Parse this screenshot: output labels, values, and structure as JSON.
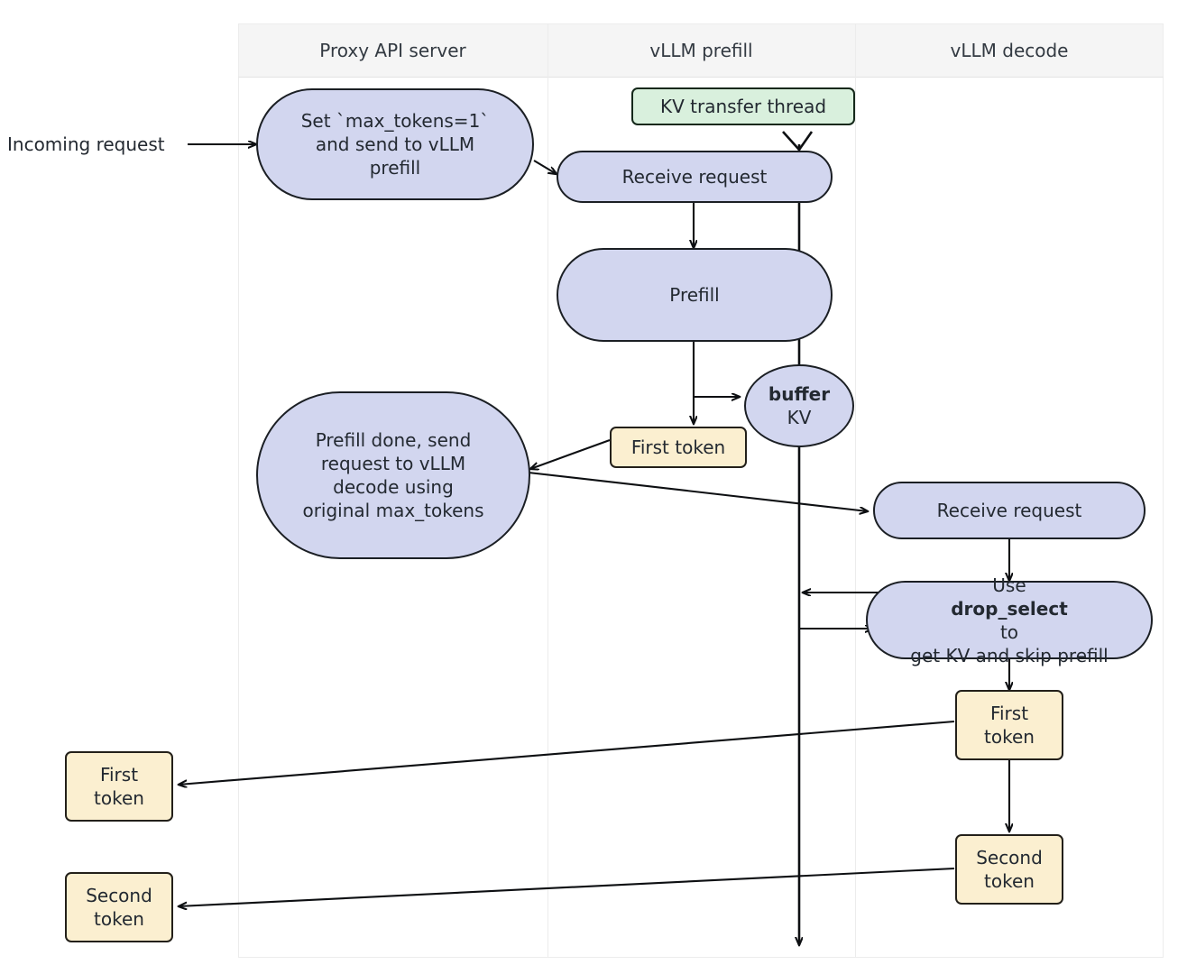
{
  "diagram": {
    "title_visible": false,
    "lanes": [
      {
        "id": "proxy",
        "label": "Proxy API server"
      },
      {
        "id": "prefill",
        "label": "vLLM prefill"
      },
      {
        "id": "decode",
        "label": "vLLM decode"
      }
    ],
    "external_label": "Incoming request",
    "nodes": {
      "set_max_tokens": "Set `max_tokens=1` and send to vLLM prefill",
      "set_max_tokens_lines": [
        "Set `max_tokens=1`",
        "and send to vLLM",
        "prefill"
      ],
      "kv_transfer_thread": "KV transfer thread",
      "prefill_receive": "Receive request",
      "prefill": "Prefill",
      "buffer_kv_bold": "buffer",
      "buffer_kv_rest": "KV",
      "prefill_first_token": "First token",
      "prefill_done": "Prefill done, send request to vLLM decode using original max_tokens",
      "prefill_done_lines": [
        "Prefill done, send",
        "request to vLLM",
        "decode using",
        "original max_tokens"
      ],
      "decode_receive": "Receive request",
      "drop_select_pre": "Use ",
      "drop_select_bold": "drop_select",
      "drop_select_post": " to",
      "drop_select_line2": "get KV and skip prefill",
      "decode_first_token_l1": "First",
      "decode_first_token_l2": "token",
      "decode_second_token_l1": "Second",
      "decode_second_token_l2": "token",
      "proxy_first_token_l1": "First",
      "proxy_first_token_l2": "token",
      "proxy_second_token_l1": "Second",
      "proxy_second_token_l2": "token"
    },
    "colors": {
      "process_fill": "#d2d6ef",
      "note_fill": "#d9f0dd",
      "token_fill": "#fbefd0",
      "stroke": "#0d0f12",
      "lane_header_fill": "#f5f5f5",
      "lane_border": "#ececec",
      "text": "#232931",
      "background": "#ffffff"
    }
  }
}
